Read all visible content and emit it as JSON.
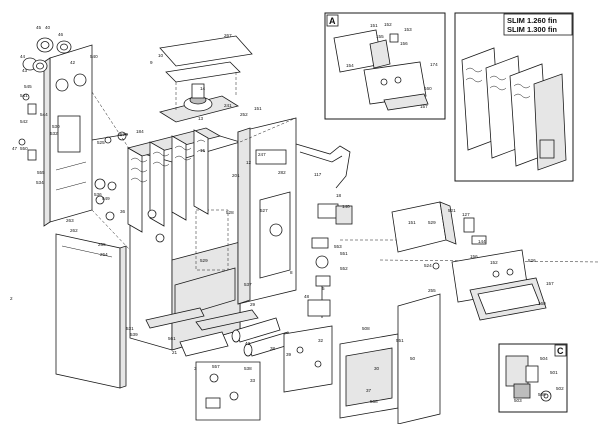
{
  "detail_a": {
    "tag": "A"
  },
  "detail_slim": {
    "title_line1": "SLIM 1.260 fin",
    "title_line2": "SLIM 1.300 fin"
  },
  "detail_c": {
    "tag": "C"
  },
  "part_numbers": {
    "p1": "45",
    "p2": "40",
    "p3": "46",
    "p4": "44",
    "p5": "43",
    "p6": "42",
    "p7": "541",
    "p8": "545",
    "p9": "540",
    "p10": "542",
    "p11": "555",
    "p12": "550",
    "p13": "544",
    "p14": "525",
    "p15": "526",
    "p16": "47",
    "p17": "534",
    "p18": "263",
    "p19": "262",
    "p20": "265",
    "p21": "264",
    "p22": "267",
    "p23": "532",
    "p24": "530",
    "p25": "14",
    "p26": "10",
    "p27": "241",
    "p28": "9",
    "p29": "184",
    "p30": "2",
    "p31": "539",
    "p32": "549",
    "p33": "36",
    "p34": "536",
    "p35": "252",
    "p36": "12",
    "p37": "247",
    "p38": "13",
    "p39": "15",
    "p40": "282",
    "p41": "117",
    "p42": "18",
    "p43": "140",
    "p44": "551",
    "p45": "552",
    "p46": "553",
    "p47": "48",
    "p48": "8",
    "p49": "5",
    "p50": "29",
    "p51": "537",
    "p52": "38",
    "p53": "39",
    "p54": "32",
    "p55": "30",
    "p56": "50",
    "p57": "508",
    "p58": "551",
    "p59": "37",
    "p60": "568",
    "p61": "255",
    "p62": "531",
    "p63": "561",
    "p64": "33",
    "p65": "557",
    "p66": "538",
    "p67": "42",
    "p68": "21",
    "p69": "529",
    "p70": "201",
    "p71": "527",
    "p72": "528",
    "p73": "151",
    "p74": "3",
    "a1": "151",
    "a2": "152",
    "a3": "153",
    "a4": "155",
    "a5": "156",
    "a6": "154",
    "a7": "174",
    "a8": "157",
    "a9": "160",
    "b1": "521",
    "b2": "127",
    "b3": "144",
    "b4": "529",
    "b5": "151",
    "b6": "524",
    "b7": "156",
    "b8": "152",
    "b9": "157",
    "b10": "160",
    "b11": "526",
    "c1": "500",
    "c2": "501",
    "c3": "502",
    "c4": "503",
    "c5": "504"
  }
}
